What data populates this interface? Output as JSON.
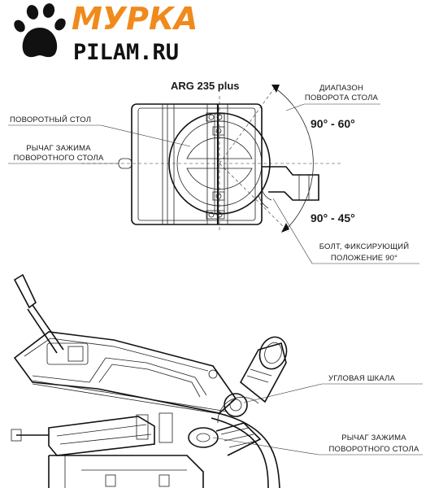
{
  "logo": {
    "brand_top": "МУРКА",
    "brand_bottom": "PILAM.RU",
    "icon": "paw-print-icon",
    "accent_color": "#f08a1c"
  },
  "top_view": {
    "title": "ARG 235 plus",
    "label_range": "ДИАПАЗОН ПОВОРОТА СТОЛА",
    "label_range_line1": "ДИАПАЗОН",
    "label_range_line2": "ПОВОРОТА СТОЛА",
    "label_table": "ПОВОРОТНЫЙ СТОЛ",
    "label_lever_line1": "РЫЧАГ ЗАЖИМА",
    "label_lever_line2": "ПОВОРОТНОГО СТОЛА",
    "angle_upper": "90° - 60°",
    "angle_lower": "90° - 45°",
    "label_bolt_line1": "БОЛТ, ФИКСИРУЮЩИЙ",
    "label_bolt_line2": "ПОЛОЖЕНИЕ 90°"
  },
  "side_view": {
    "label_scale": "УГЛОВАЯ ШКАЛА",
    "label_lever_line1": "РЫЧАГ ЗАЖИМА",
    "label_lever_line2": "ПОВОРОТНОГО СТОЛА"
  }
}
